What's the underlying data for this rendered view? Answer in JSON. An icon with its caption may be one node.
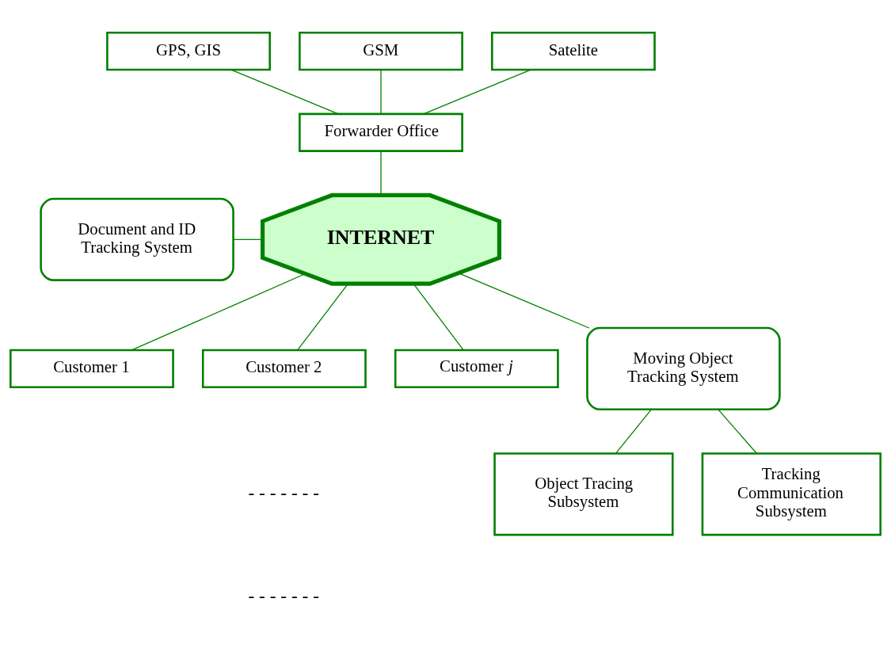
{
  "diagram": {
    "nodes": [
      {
        "text": [
          "GPS, GIS"
        ]
      },
      {
        "text": [
          "GSM"
        ]
      },
      {
        "text": [
          "Satelite"
        ]
      },
      {
        "text": [
          "Forwarder Office"
        ]
      },
      {
        "text": [
          "Customer 1"
        ]
      },
      {
        "text": [
          "Document and ID Tracking System"
        ]
      },
      {
        "text": [
          "INTERNET"
        ]
      },
      {
        "text": [
          "Customer 2"
        ]
      },
      {
        "text": [
          "Customer *j*"
        ]
      },
      {
        "text": [
          "Moving Object Tracking System"
        ]
      },
      {
        "text": [
          "Object Tracing Subsystem"
        ]
      },
      {
        "text": [
          "Tracking Communication Subsystem"
        ]
      }
    ],
    "edges": [
      {
        "from": 0,
        "to": 3,
        "arrow": "none"
      },
      {
        "from": 1,
        "to": 3,
        "arrow": "none"
      },
      {
        "from": 2,
        "to": 3,
        "arrow": "none"
      },
      {
        "from": 3,
        "to": 6,
        "arrow": "none"
      },
      {
        "from": 6,
        "to": 4,
        "arrow": "none"
      },
      {
        "from": 6,
        "to": 7,
        "arrow": "none"
      },
      {
        "from": 5,
        "to": 6,
        "arrow": "none"
      },
      {
        "from": 6,
        "to": 8,
        "arrow": "none"
      },
      {
        "from": 6,
        "to": 9,
        "arrow": "none"
      },
      {
        "from": 9,
        "to": 10,
        "arrow": "none"
      },
      {
        "from": 9,
        "to": 11,
        "arrow": "none"
      }
    ],
    "labels": [
      "- - - - - - -",
      "- - - - - - -"
    ]
  }
}
